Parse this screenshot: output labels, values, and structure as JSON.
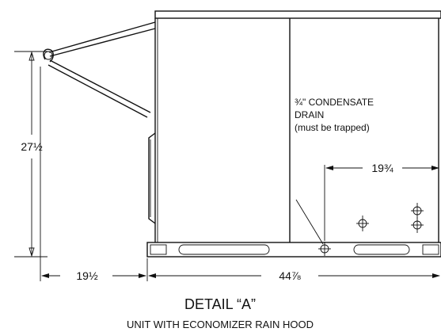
{
  "drawing": {
    "drain_note": {
      "line1": "¾\" CONDENSATE",
      "line2": "DRAIN",
      "line3": "(must be trapped)"
    },
    "dimensions": {
      "height": "27½",
      "front_overhang": "19½",
      "unit_length": "44⅞",
      "drain_offset": "19¾"
    },
    "title": "DETAIL “A”",
    "subtitle": "UNIT WITH ECONOMIZER RAIN HOOD"
  }
}
